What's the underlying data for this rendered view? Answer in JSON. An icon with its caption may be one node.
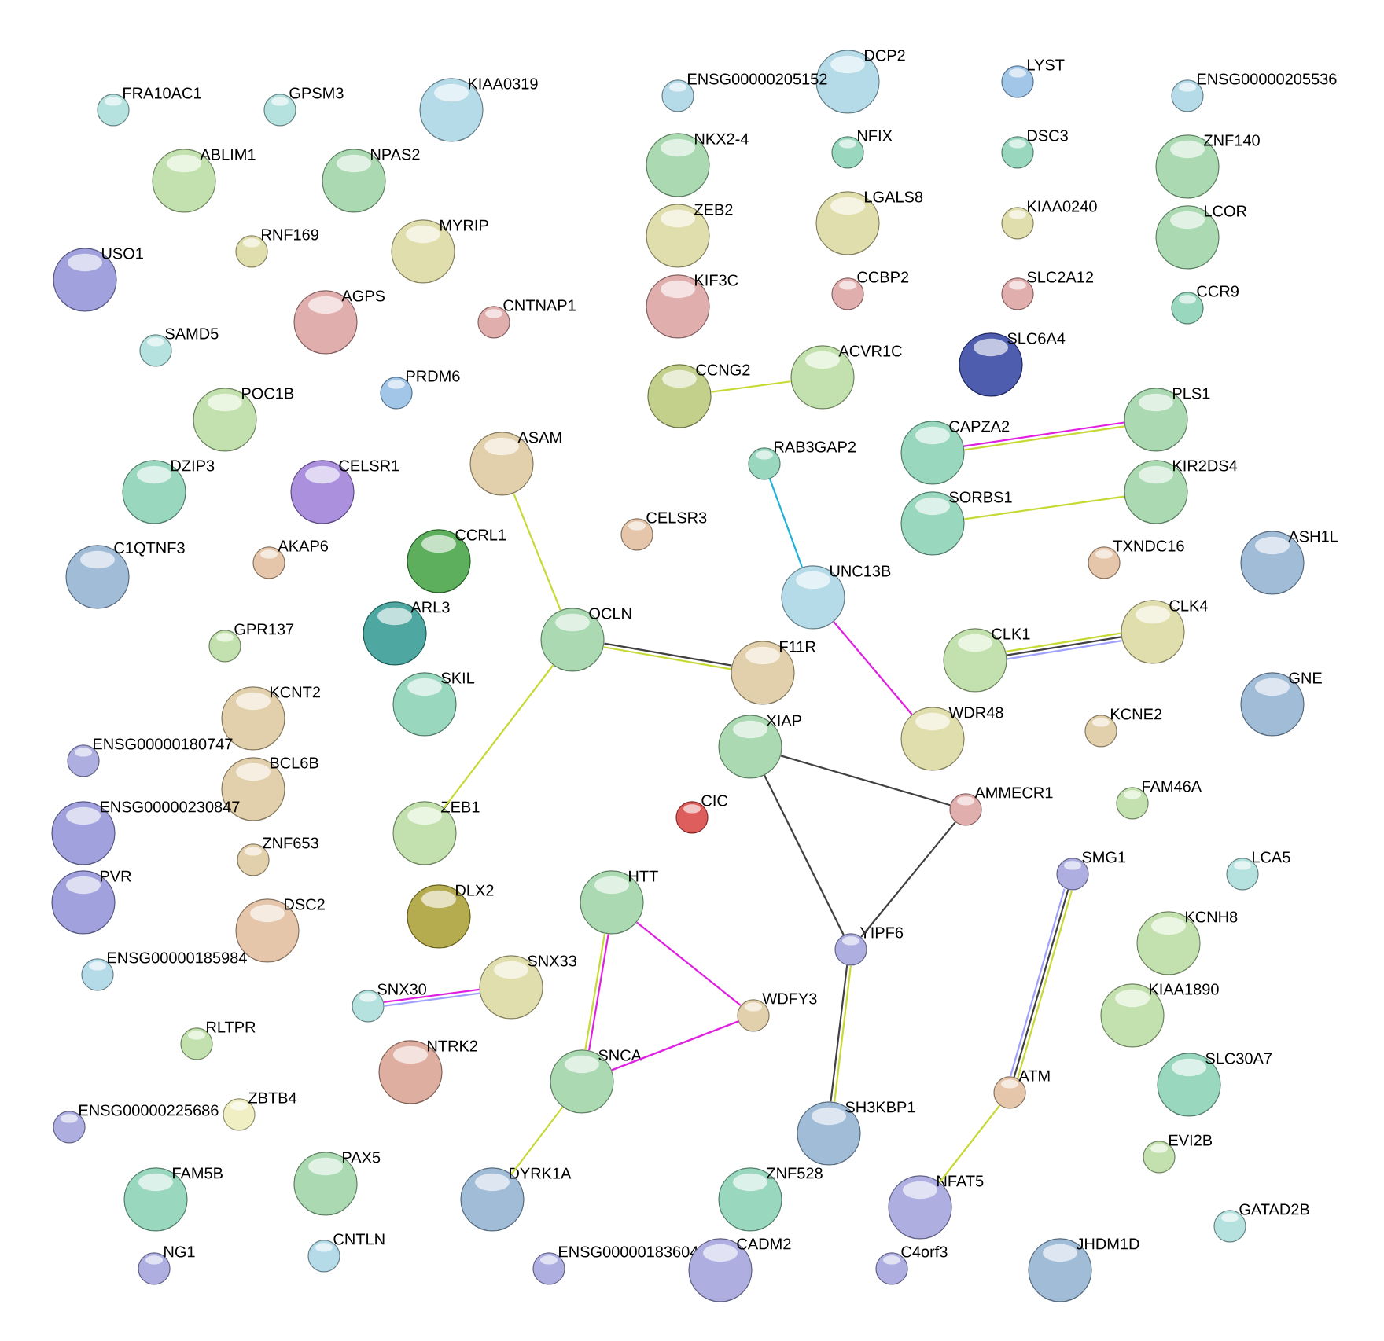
{
  "diagram": {
    "nodes": [
      {
        "text": [
          "FRA10AC1"
        ]
      },
      {
        "text": [
          "GPSM3"
        ]
      },
      {
        "text": [
          "KIAA0319"
        ]
      },
      {
        "text": [
          "DCP2"
        ]
      },
      {
        "text": [
          "ENSG00000205152"
        ]
      },
      {
        "text": [
          "LYST"
        ]
      },
      {
        "text": [
          "ENSG00000205536"
        ]
      },
      {
        "text": [
          "ABLIM1"
        ]
      },
      {
        "text": [
          "NPAS2"
        ]
      },
      {
        "text": [
          "NKX2-4"
        ]
      },
      {
        "text": [
          "NFIX"
        ]
      },
      {
        "text": [
          "DSC3"
        ]
      },
      {
        "text": [
          "ZNF140"
        ]
      },
      {
        "text": [
          "RNF169"
        ]
      },
      {
        "text": [
          "MYRIP"
        ]
      },
      {
        "text": [
          "ZEB2"
        ]
      },
      {
        "text": [
          "LGALS8"
        ]
      },
      {
        "text": [
          "KIAA0240"
        ]
      },
      {
        "text": [
          "LCOR"
        ]
      },
      {
        "text": [
          "USO1"
        ]
      },
      {
        "text": [
          "AGPS"
        ]
      },
      {
        "text": [
          "CNTNAP1"
        ]
      },
      {
        "text": [
          "KIF3C"
        ]
      },
      {
        "text": [
          "CCBP2"
        ]
      },
      {
        "text": [
          "SLC2A12"
        ]
      },
      {
        "text": [
          "CCR9"
        ]
      },
      {
        "text": [
          "SAMD5"
        ]
      },
      {
        "text": [
          "PRDM6"
        ]
      },
      {
        "text": [
          "SLC6A4"
        ]
      },
      {
        "text": [
          "CCNG2"
        ]
      },
      {
        "text": [
          "ACVR1C"
        ]
      },
      {
        "text": [
          "POC1B"
        ]
      },
      {
        "text": [
          "PLS1"
        ]
      },
      {
        "text": [
          "CAPZA2"
        ]
      },
      {
        "text": [
          "RAB3GAP2"
        ]
      },
      {
        "text": [
          "ASAM"
        ]
      },
      {
        "text": [
          "DZIP3"
        ]
      },
      {
        "text": [
          "CELSR1"
        ]
      },
      {
        "text": [
          "KIR2DS4"
        ]
      },
      {
        "text": [
          "SORBS1"
        ]
      },
      {
        "text": [
          "CELSR3"
        ]
      },
      {
        "text": [
          "C1QTNF3"
        ]
      },
      {
        "text": [
          "AKAP6"
        ]
      },
      {
        "text": [
          "CCRL1"
        ]
      },
      {
        "text": [
          "TXNDC16"
        ]
      },
      {
        "text": [
          "ASH1L"
        ]
      },
      {
        "text": [
          "UNC13B"
        ]
      },
      {
        "text": [
          "ARL3"
        ]
      },
      {
        "text": [
          "CLK4"
        ]
      },
      {
        "text": [
          "OCLN"
        ]
      },
      {
        "text": [
          "GPR137"
        ]
      },
      {
        "text": [
          "CLK1"
        ]
      },
      {
        "text": [
          "F11R"
        ]
      },
      {
        "text": [
          "SKIL"
        ]
      },
      {
        "text": [
          "GNE"
        ]
      },
      {
        "text": [
          "KCNT2"
        ]
      },
      {
        "text": [
          "WDR48"
        ]
      },
      {
        "text": [
          "KCNE2"
        ]
      },
      {
        "text": [
          "XIAP"
        ]
      },
      {
        "text": [
          "ENSG00000180747"
        ]
      },
      {
        "text": [
          "BCL6B"
        ]
      },
      {
        "text": [
          "AMMECR1"
        ]
      },
      {
        "text": [
          "FAM46A"
        ]
      },
      {
        "text": [
          "CIC"
        ]
      },
      {
        "text": [
          "ENSG00000230847"
        ]
      },
      {
        "text": [
          "ZEB1"
        ]
      },
      {
        "text": [
          "ZNF653"
        ]
      },
      {
        "text": [
          "SMG1"
        ]
      },
      {
        "text": [
          "LCA5"
        ]
      },
      {
        "text": [
          "PVR"
        ]
      },
      {
        "text": [
          "DLX2"
        ]
      },
      {
        "text": [
          "HTT"
        ]
      },
      {
        "text": [
          "DSC2"
        ]
      },
      {
        "text": [
          "KCNH8"
        ]
      },
      {
        "text": [
          "YIPF6"
        ]
      },
      {
        "text": [
          "ENSG00000185984"
        ]
      },
      {
        "text": [
          "SNX33"
        ]
      },
      {
        "text": [
          "SNX30"
        ]
      },
      {
        "text": [
          "WDFY3"
        ]
      },
      {
        "text": [
          "KIAA1890"
        ]
      },
      {
        "text": [
          "RLTPR"
        ]
      },
      {
        "text": [
          "NTRK2"
        ]
      },
      {
        "text": [
          "SNCA"
        ]
      },
      {
        "text": [
          "SLC30A7"
        ]
      },
      {
        "text": [
          "ATM"
        ]
      },
      {
        "text": [
          "ZBTB4"
        ]
      },
      {
        "text": [
          "ENSG00000225686"
        ]
      },
      {
        "text": [
          "SH3KBP1"
        ]
      },
      {
        "text": [
          "EVI2B"
        ]
      },
      {
        "text": [
          "PAX5"
        ]
      },
      {
        "text": [
          "FAM5B"
        ]
      },
      {
        "text": [
          "DYRK1A"
        ]
      },
      {
        "text": [
          "ZNF528"
        ]
      },
      {
        "text": [
          "NFAT5"
        ]
      },
      {
        "text": [
          "GATAD2B"
        ]
      },
      {
        "text": [
          "NG1"
        ]
      },
      {
        "text": [
          "CNTLN"
        ]
      },
      {
        "text": [
          "ENSG00000183604"
        ]
      },
      {
        "text": [
          "CADM2"
        ]
      },
      {
        "text": [
          "C4orf3"
        ]
      },
      {
        "text": [
          "JHDM1D"
        ]
      }
    ],
    "edges": [
      {
        "from": 29,
        "to": 30,
        "arrow": "none"
      },
      {
        "from": 33,
        "to": 32,
        "arrow": "none",
        "color": "#e020e0"
      },
      {
        "from": 33,
        "to": 32,
        "arrow": "none"
      },
      {
        "from": 39,
        "to": 38,
        "arrow": "none"
      },
      {
        "from": 34,
        "to": 46,
        "arrow": "none",
        "color": "#20b0d8"
      },
      {
        "from": 35,
        "to": 49,
        "arrow": "none"
      },
      {
        "from": 49,
        "to": 52,
        "arrow": "none"
      },
      {
        "from": 49,
        "to": 52,
        "arrow": "none",
        "color": "#404040"
      },
      {
        "from": 49,
        "to": 65,
        "arrow": "none"
      },
      {
        "from": 46,
        "to": 56,
        "arrow": "none",
        "color": "#e020e0"
      },
      {
        "from": 51,
        "to": 48,
        "arrow": "none"
      },
      {
        "from": 51,
        "to": 48,
        "arrow": "none",
        "color": "#404040"
      },
      {
        "from": 51,
        "to": 48,
        "arrow": "none",
        "color": "#a0a0ff"
      },
      {
        "from": 58,
        "to": 61,
        "arrow": "none",
        "color": "#404040"
      },
      {
        "from": 58,
        "to": 74,
        "arrow": "none",
        "color": "#404040"
      },
      {
        "from": 61,
        "to": 74,
        "arrow": "none",
        "color": "#404040"
      },
      {
        "from": 74,
        "to": 87,
        "arrow": "none",
        "color": "#404040"
      },
      {
        "from": 74,
        "to": 87,
        "arrow": "none"
      },
      {
        "from": 67,
        "to": 84,
        "arrow": "none",
        "color": "#a0a0ff"
      },
      {
        "from": 67,
        "to": 84,
        "arrow": "none",
        "color": "#404040"
      },
      {
        "from": 67,
        "to": 84,
        "arrow": "none"
      },
      {
        "from": 84,
        "to": 93,
        "arrow": "none"
      },
      {
        "from": 71,
        "to": 78,
        "arrow": "none",
        "color": "#e020e0"
      },
      {
        "from": 71,
        "to": 82,
        "arrow": "none"
      },
      {
        "from": 71,
        "to": 82,
        "arrow": "none",
        "color": "#e020e0"
      },
      {
        "from": 82,
        "to": 78,
        "arrow": "none",
        "color": "#e020e0"
      },
      {
        "from": 82,
        "to": 91,
        "arrow": "none"
      },
      {
        "from": 77,
        "to": 76,
        "arrow": "none",
        "color": "#e020e0"
      },
      {
        "from": 77,
        "to": 76,
        "arrow": "none",
        "color": "#a0a0ff"
      }
    ]
  }
}
